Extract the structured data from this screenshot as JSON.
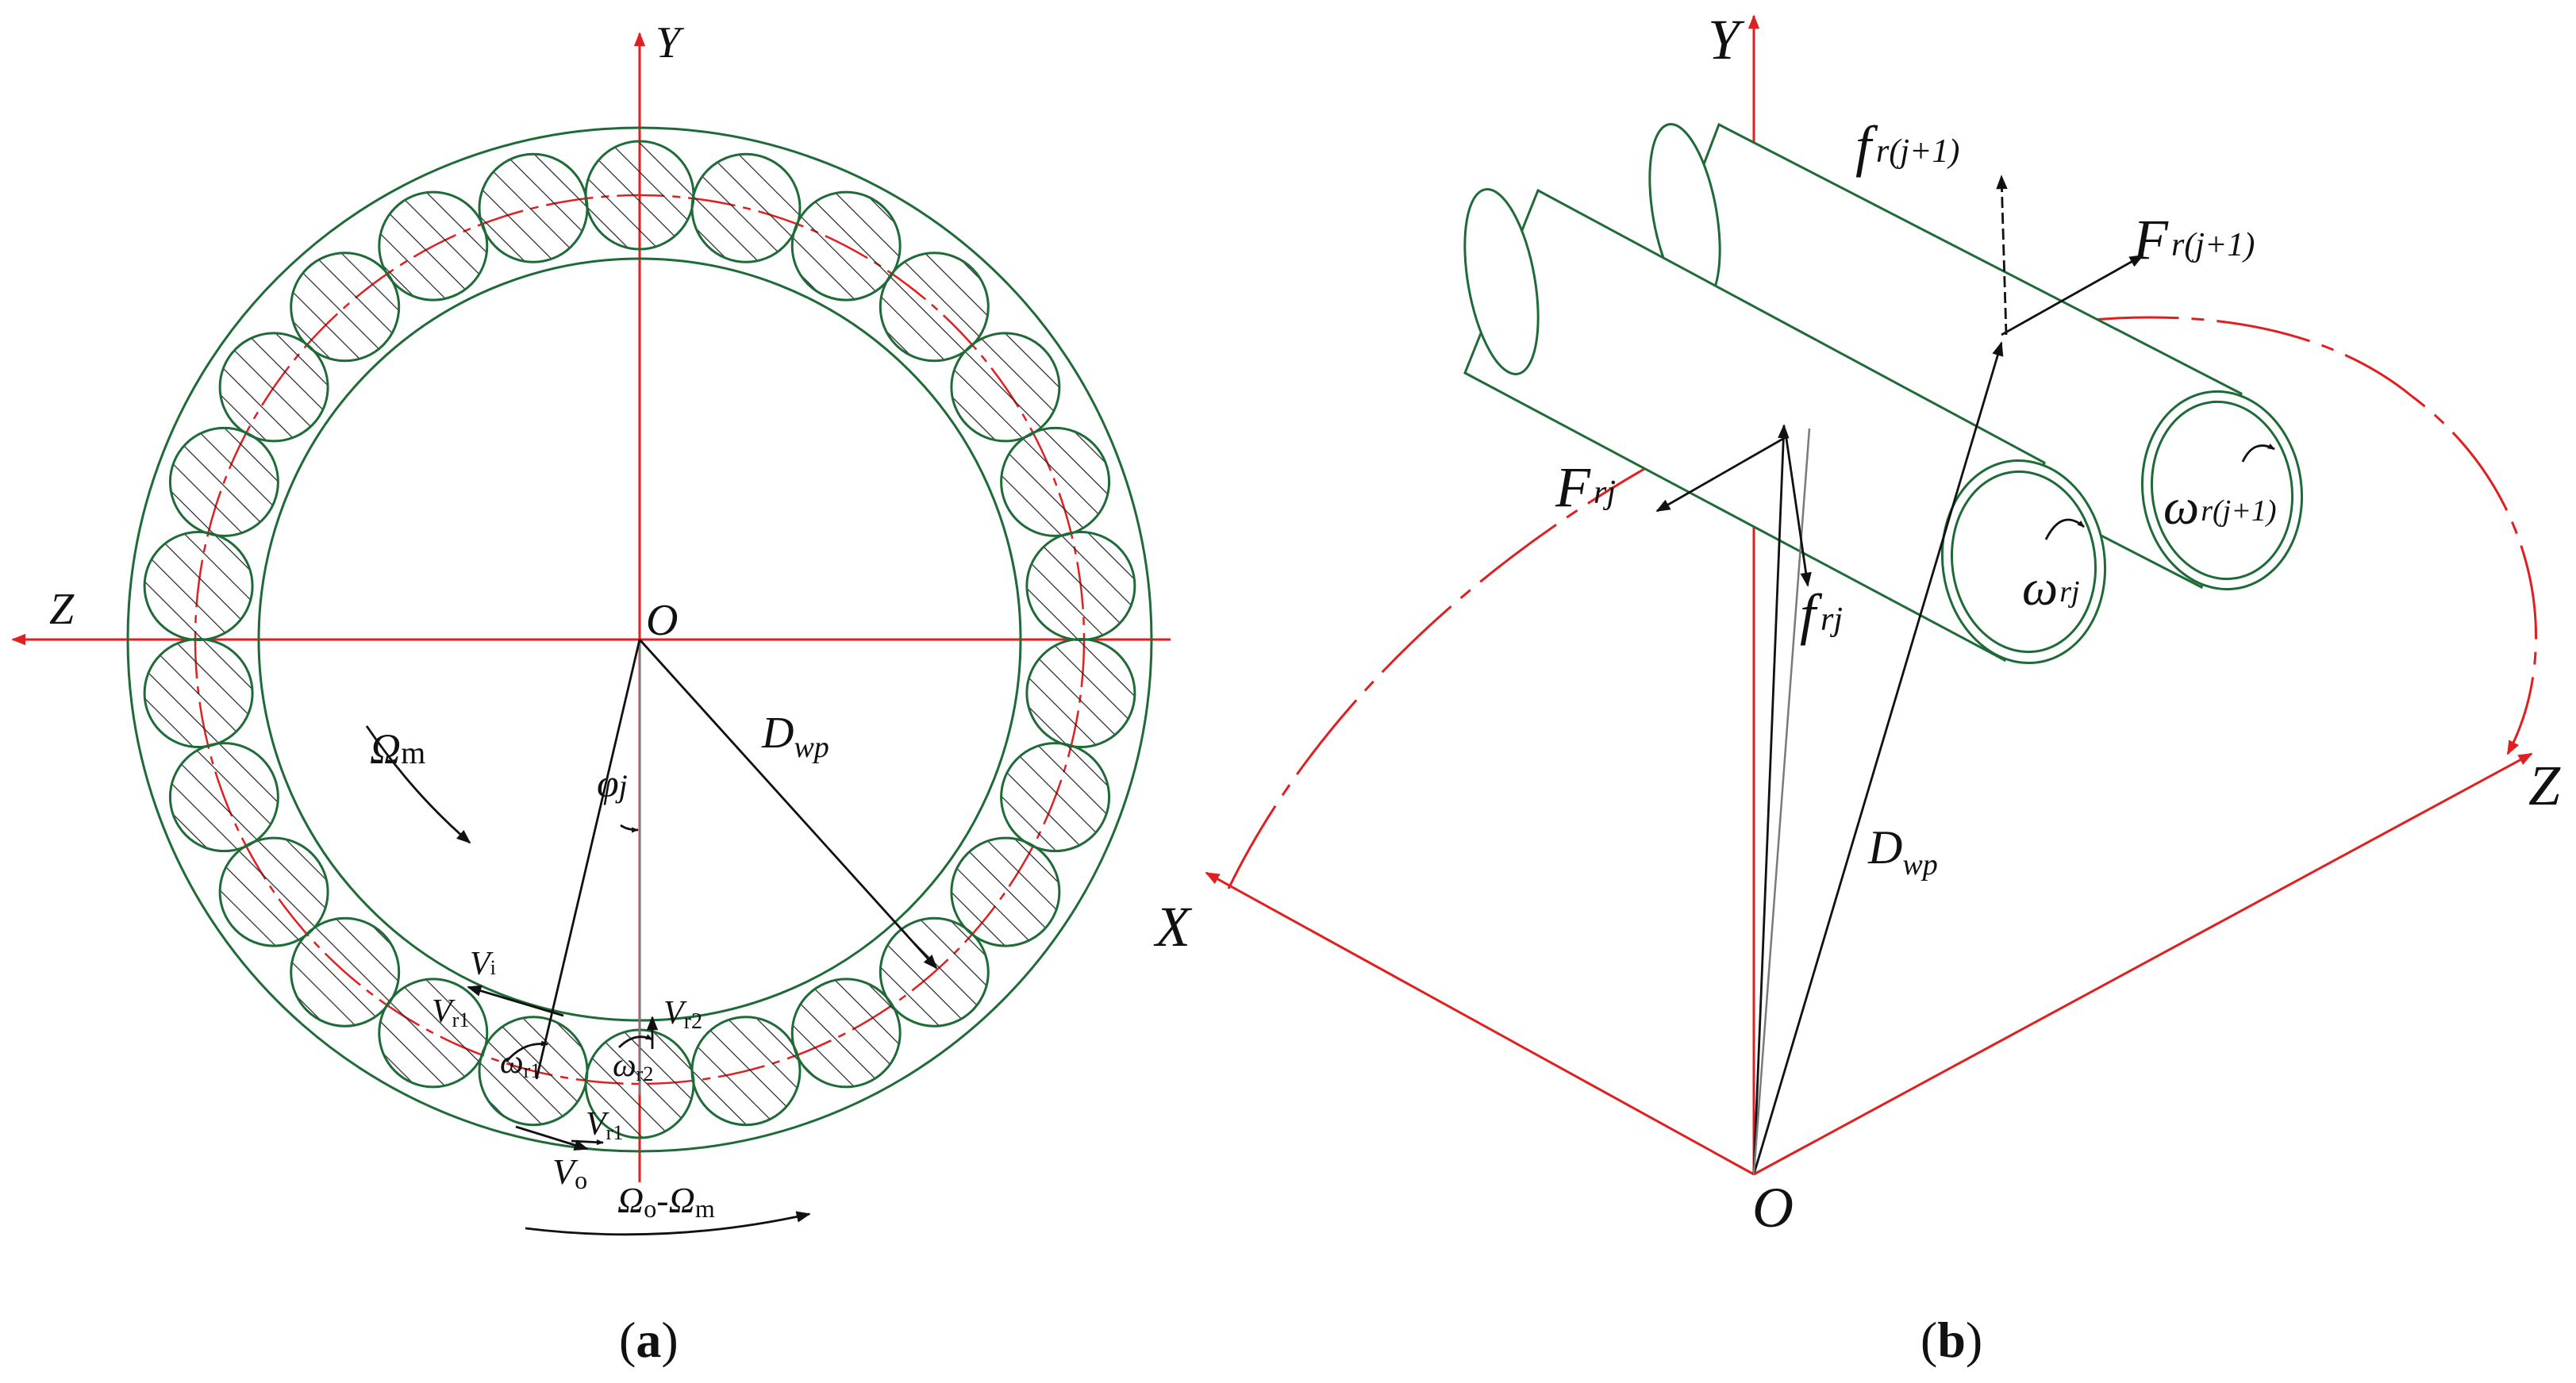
{
  "panel_a": {
    "caption_open": "(",
    "caption_letter": "a",
    "caption_close": ")",
    "axis_y": "Y",
    "axis_z": "Z",
    "origin": "O",
    "omega_m_sym": "Ω",
    "omega_m_sub": "m",
    "phi_sym": "φ",
    "phi_sub": "j",
    "dwp_sym": "D",
    "dwp_sub": "wp",
    "vi_sym": "V",
    "vi_sub": "i",
    "vr1_sym": "V",
    "vr1_sub": "r1",
    "vr2_sym": "V",
    "vr2_sub": "r2",
    "wr1_sym": "ω",
    "wr1_sub": "r1",
    "wr2_sym": "ω",
    "wr2_sub": "r2",
    "vr1b_sym": "V",
    "vr1b_sub": "r1",
    "vo_sym": "V",
    "vo_sub": "o",
    "omega_o_sym": "Ω",
    "omega_o_sub": "o",
    "dash": "-",
    "omega_m2_sym": "Ω",
    "omega_m2_sub": "m",
    "roller_count": 26
  },
  "panel_b": {
    "caption_open": "(",
    "caption_letter": "b",
    "caption_close": ")",
    "axis_y": "Y",
    "axis_x": "X",
    "axis_z": "Z",
    "origin": "O",
    "f_next_sym": "f",
    "f_next_sub": "r(j+1)",
    "F_next_sym": "F",
    "F_next_sub": "r(j+1)",
    "F_j_sym": "F",
    "F_j_sub": "rj",
    "f_j_sym": "f",
    "f_j_sub": "rj",
    "w_j_sym": "ω",
    "w_j_sub": "rj",
    "w_next_sym": "ω",
    "w_next_sub": "r(j+1)",
    "dwp_sym": "D",
    "dwp_sub": "wp"
  },
  "colors": {
    "structure": "#1f6b37",
    "axes": "#e02020",
    "vectors": "#111111"
  }
}
